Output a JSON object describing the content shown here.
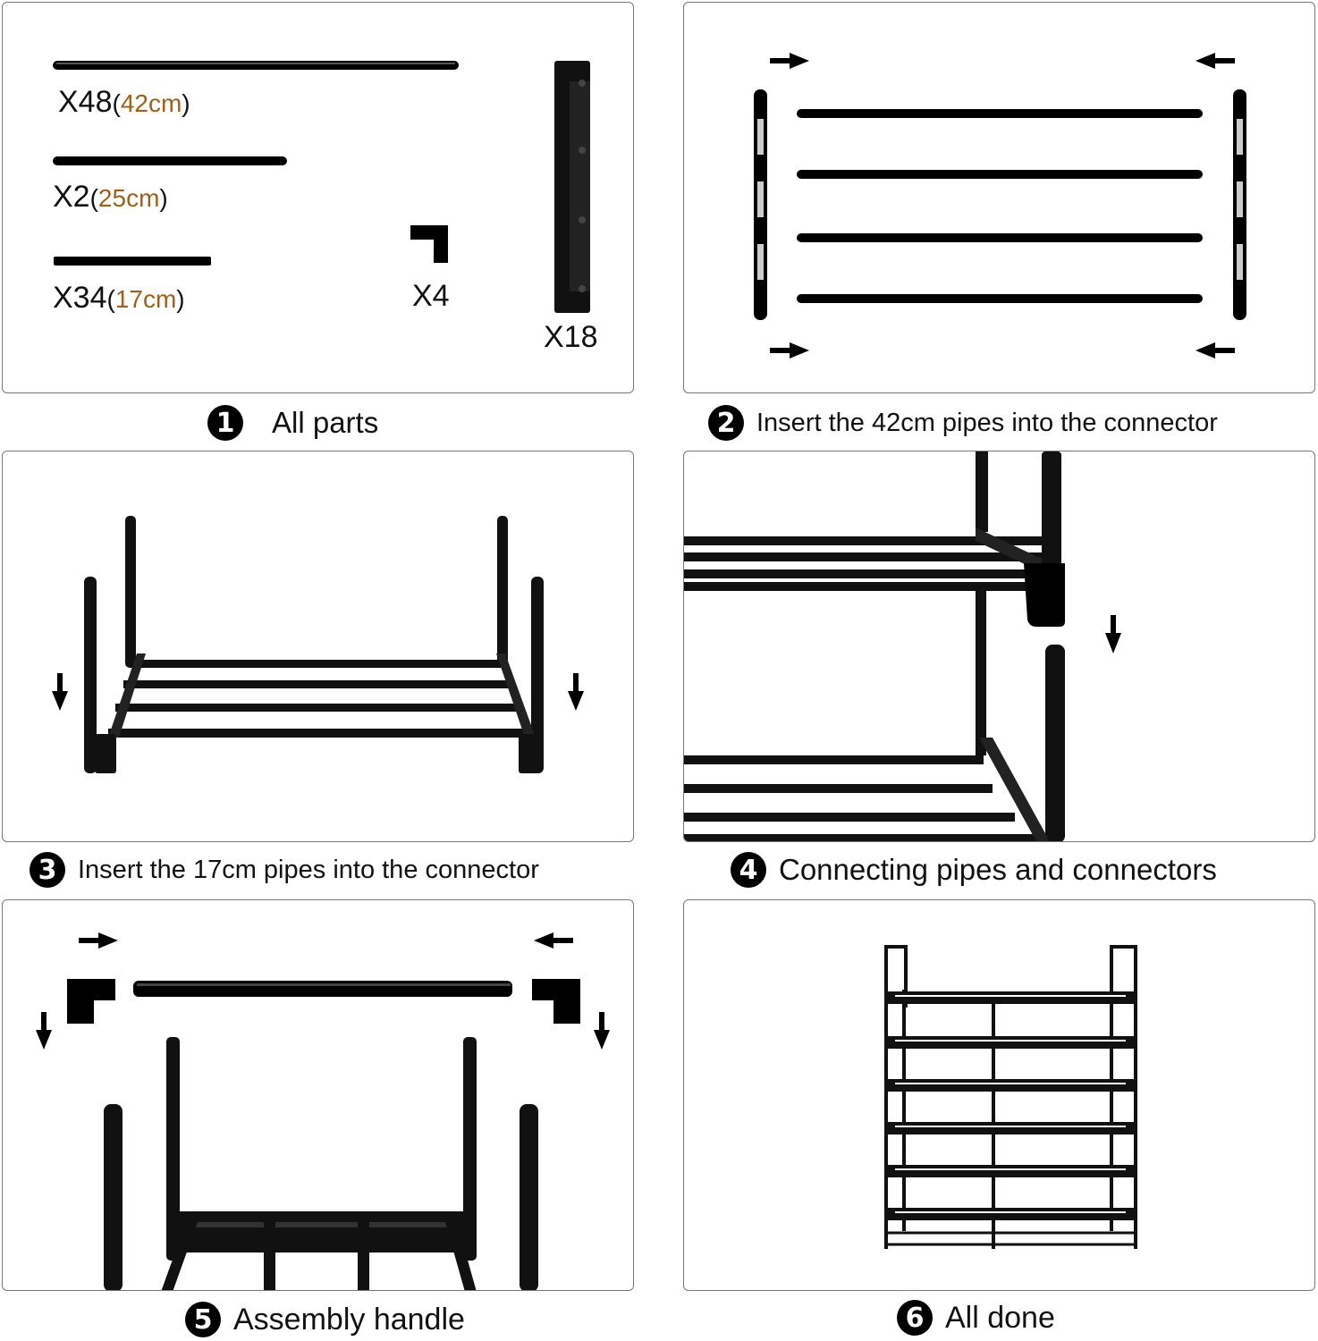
{
  "steps": [
    {
      "number": "1",
      "caption": "All parts"
    },
    {
      "number": "2",
      "caption": "Insert the 42cm pipes into the connector"
    },
    {
      "number": "3",
      "caption": "Insert the 17cm pipes into the connector"
    },
    {
      "number": "4",
      "caption": "Connecting pipes and connectors"
    },
    {
      "number": "5",
      "caption": "Assembly handle"
    },
    {
      "number": "6",
      "caption": "All done"
    }
  ],
  "parts": {
    "long_pipe": {
      "count": "X48",
      "length": "42cm"
    },
    "mid_pipe": {
      "count": "X2",
      "length": "25cm"
    },
    "short_pipe": {
      "count": "X34",
      "length": "17cm"
    },
    "elbow": {
      "count": "X4"
    },
    "connector": {
      "count": "X18"
    }
  },
  "colors": {
    "pipe": "#000000",
    "length_text": "#a0601c",
    "border": "#777777"
  }
}
